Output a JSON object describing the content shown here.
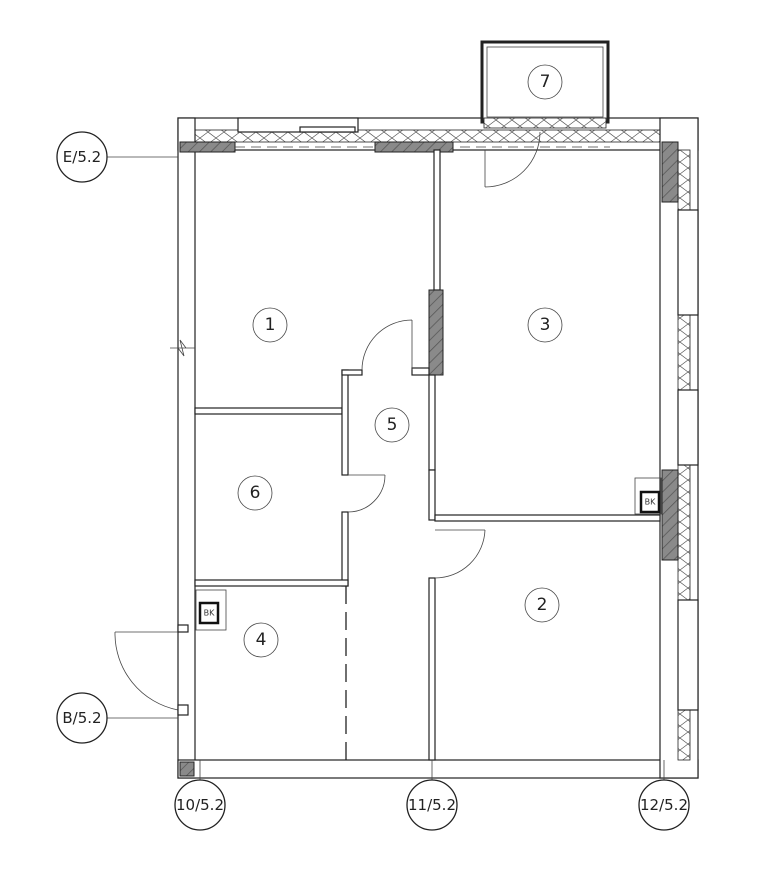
{
  "rooms": [
    {
      "number": "1"
    },
    {
      "number": "2"
    },
    {
      "number": "3"
    },
    {
      "number": "4"
    },
    {
      "number": "5"
    },
    {
      "number": "6"
    },
    {
      "number": "7"
    }
  ],
  "axes": {
    "e": "E/5.2",
    "b": "B/5.2",
    "a10": "10/5.2",
    "a11": "11/5.2",
    "a12": "12/5.2"
  },
  "shaft_label": "BK"
}
